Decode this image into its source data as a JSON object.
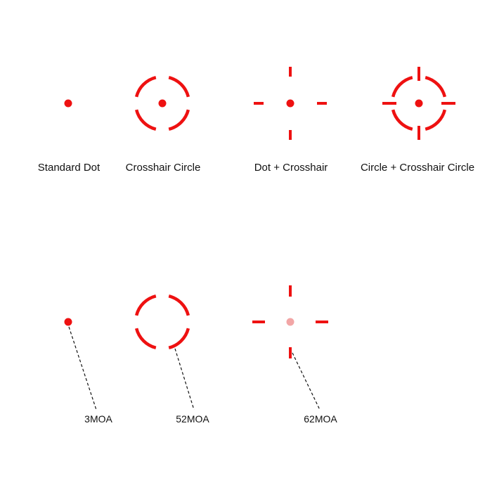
{
  "colors": {
    "reticle": "#ee1111",
    "reticle_faded": "#f2a6a6",
    "leader_line": "#111111",
    "text": "#111111",
    "background": "#ffffff"
  },
  "reticle_types": [
    {
      "label": "Standard Dot",
      "icon": "dot-reticle-icon"
    },
    {
      "label": "Crosshair Circle",
      "icon": "circle-dot-reticle-icon"
    },
    {
      "label": "Dot + Crosshair",
      "icon": "crosshair-dot-reticle-icon"
    },
    {
      "label": "Circle + Crosshair Circle",
      "icon": "circle-crosshair-reticle-icon"
    }
  ],
  "moa_sizes": [
    {
      "label": "3MOA",
      "icon": "dot-only-icon"
    },
    {
      "label": "52MOA",
      "icon": "circle-only-icon"
    },
    {
      "label": "62MOA",
      "icon": "crosshair-only-icon"
    }
  ]
}
